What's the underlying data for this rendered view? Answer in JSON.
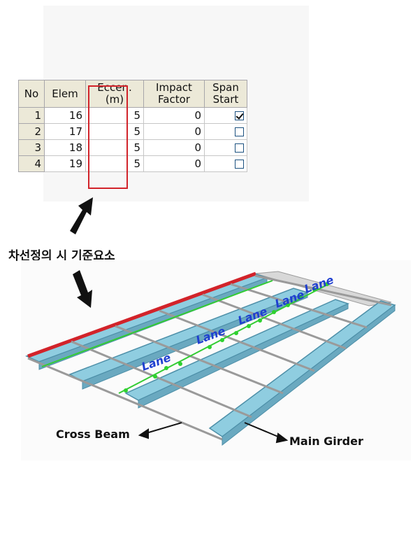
{
  "table": {
    "headers": {
      "no": "No",
      "elem": "Elem",
      "eccen_line1": "Eccen.",
      "eccen_line2": "(m)",
      "impact_line1": "Impact",
      "impact_line2": "Factor",
      "span_line1": "Span",
      "span_line2": "Start"
    },
    "rows": [
      {
        "no": "1",
        "elem": "16",
        "eccen": "5",
        "impact": "0",
        "span_start": true
      },
      {
        "no": "2",
        "elem": "17",
        "eccen": "5",
        "impact": "0",
        "span_start": false
      },
      {
        "no": "3",
        "elem": "18",
        "eccen": "5",
        "impact": "0",
        "span_start": false
      },
      {
        "no": "4",
        "elem": "19",
        "eccen": "5",
        "impact": "0",
        "span_start": false
      }
    ]
  },
  "caption": "차선정의 시 기준요소",
  "labels": {
    "lane": "Lane",
    "cross_beam": "Cross Beam",
    "main_girder": "Main Girder"
  },
  "colors": {
    "highlight": "#d2232a",
    "lane_text": "#1f3fd0",
    "lane_line": "#33cc33",
    "girder": "#8fcde0",
    "girder_dark": "#4d8fa8"
  }
}
